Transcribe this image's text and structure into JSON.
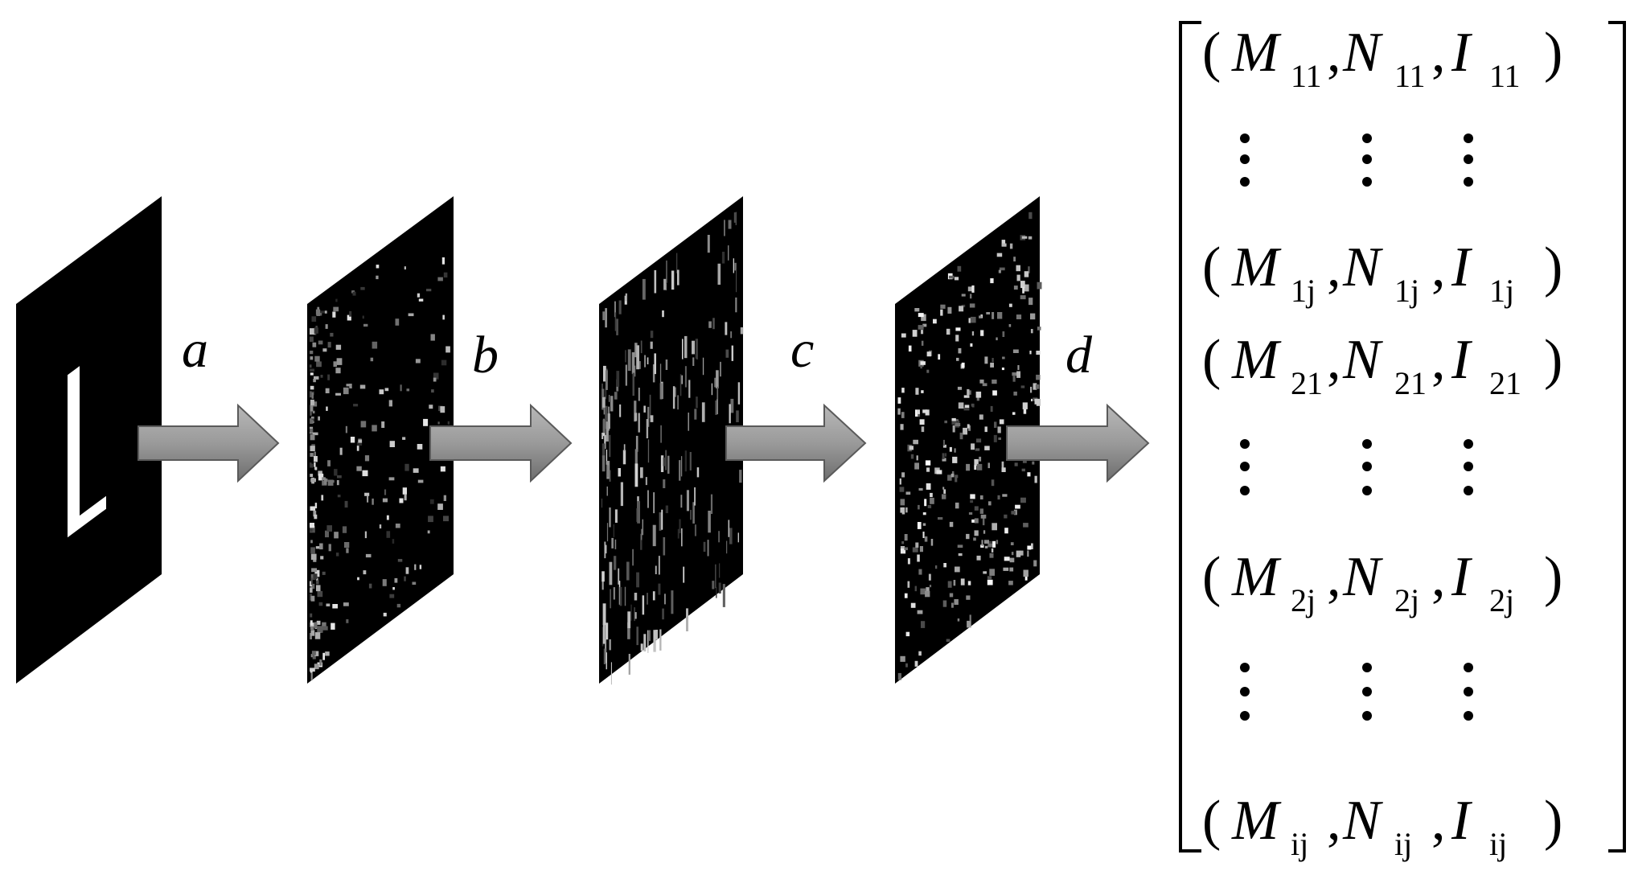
{
  "stage_labels": [
    "a",
    "b",
    "c",
    "d"
  ],
  "plane_letter": "L",
  "matrix_rows": [
    {
      "type": "tuple",
      "m": "11",
      "n": "11",
      "i": "11",
      "comma1": ",",
      "comma2": ","
    },
    {
      "type": "dots"
    },
    {
      "type": "tuple",
      "m": "1j",
      "n": "1j",
      "i": "1j",
      "comma1": ",",
      "comma2": ","
    },
    {
      "type": "tuple",
      "m": "21",
      "n": "21",
      "i": "21",
      "comma1": ",",
      "comma2": ","
    },
    {
      "type": "dots"
    },
    {
      "type": "tuple",
      "m": "2j",
      "n": "2j",
      "i": "2j",
      "comma1": ",",
      "comma2": ","
    },
    {
      "type": "dots"
    },
    {
      "type": "tuple",
      "m": "ij",
      "n": "ij",
      "i": "ij",
      "comma1": ",",
      "comma2": ","
    }
  ],
  "symbols": {
    "M": "M",
    "N": "N",
    "I": "I",
    "lparen": "(",
    "rparen": ")"
  }
}
